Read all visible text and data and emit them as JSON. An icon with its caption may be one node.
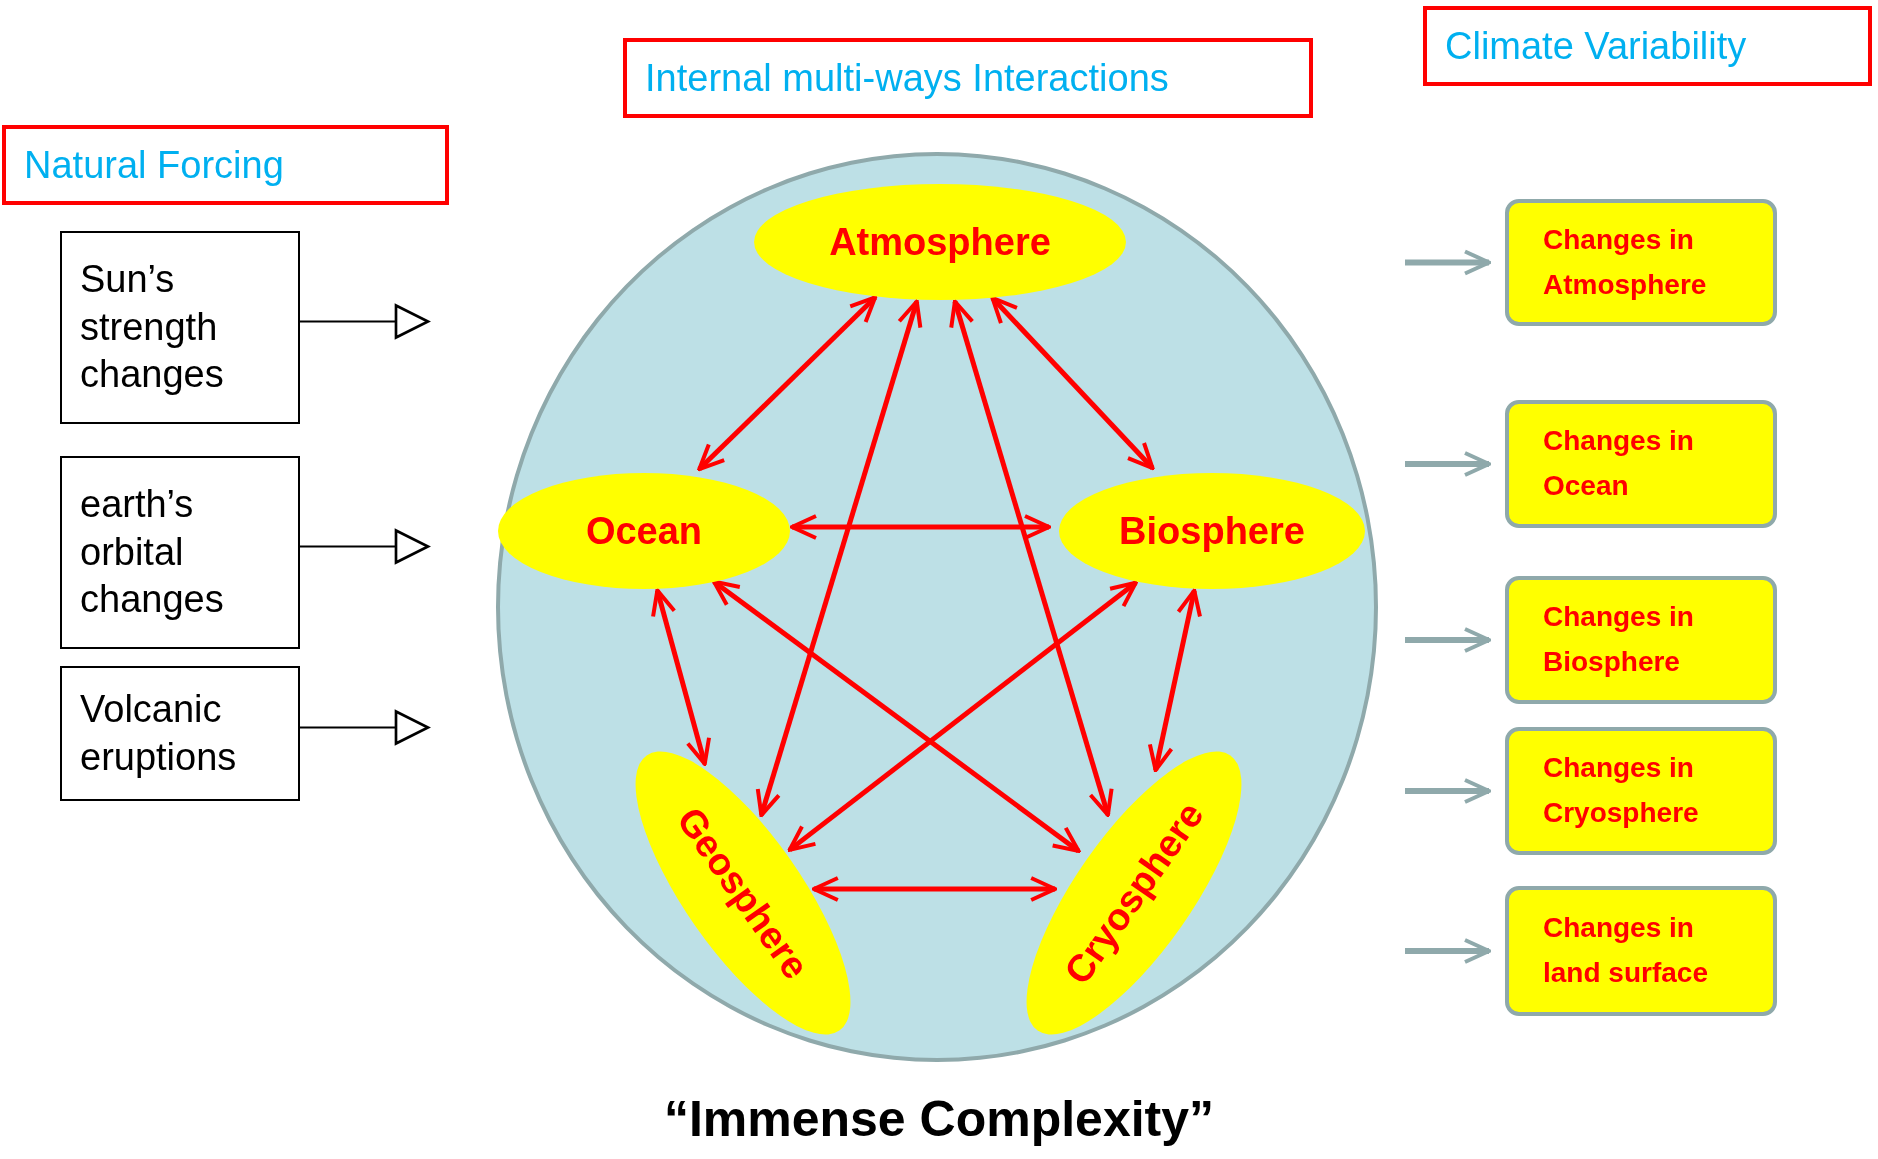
{
  "diagram": {
    "caption": "“Immense Complexity”",
    "nodes": [
      {
        "text": [
          "Natural Forcing"
        ]
      },
      {
        "text": [
          "Internal multi-ways Interactions"
        ]
      },
      {
        "text": [
          "Climate Variability"
        ]
      },
      {
        "text": [
          "Sun’s strength changes"
        ]
      },
      {
        "text": [
          "earth’s orbital changes"
        ]
      },
      {
        "text": [
          "Volcanic eruptions"
        ]
      },
      {
        "text": [],
        "shape": "circle"
      },
      {
        "text": [
          "Atmosphere"
        ],
        "in": 6
      },
      {
        "text": [
          "Ocean"
        ],
        "in": 6
      },
      {
        "text": [
          "Biosphere"
        ],
        "in": 6
      },
      {
        "text": [
          "Geosphere"
        ],
        "in": 6
      },
      {
        "text": [
          "Cryosphere"
        ],
        "in": 6
      },
      {
        "text": [
          "Changes in Atmosphere"
        ]
      },
      {
        "text": [
          "Changes in Ocean"
        ]
      },
      {
        "text": [
          "Changes in Biosphere"
        ]
      },
      {
        "text": [
          "Changes in Cryosphere"
        ]
      },
      {
        "text": [
          "Changes in land surface"
        ]
      }
    ],
    "edges": [
      {
        "from": 3,
        "to": null,
        "arrow": "to",
        "color": "#000000"
      },
      {
        "from": 4,
        "to": null,
        "arrow": "to",
        "color": "#000000"
      },
      {
        "from": 5,
        "to": null,
        "arrow": "to",
        "color": "#000000"
      },
      {
        "from": 7,
        "to": 8,
        "arrow": "both"
      },
      {
        "from": 7,
        "to": 9,
        "arrow": "both"
      },
      {
        "from": 7,
        "to": 10,
        "arrow": "both"
      },
      {
        "from": 7,
        "to": 11,
        "arrow": "both"
      },
      {
        "from": 8,
        "to": 9,
        "arrow": "both"
      },
      {
        "from": 8,
        "to": 10,
        "arrow": "both"
      },
      {
        "from": 8,
        "to": 11,
        "arrow": "both"
      },
      {
        "from": 9,
        "to": 10,
        "arrow": "both"
      },
      {
        "from": 9,
        "to": 11,
        "arrow": "both"
      },
      {
        "from": 10,
        "to": 11,
        "arrow": "both"
      },
      {
        "from": null,
        "to": 12,
        "arrow": "to",
        "color": "#8fa9ab"
      },
      {
        "from": null,
        "to": 13,
        "arrow": "to",
        "color": "#8fa9ab"
      },
      {
        "from": null,
        "to": 14,
        "arrow": "to",
        "color": "#8fa9ab"
      },
      {
        "from": null,
        "to": 15,
        "arrow": "to",
        "color": "#8fa9ab"
      },
      {
        "from": null,
        "to": 16,
        "arrow": "to",
        "color": "#8fa9ab"
      }
    ]
  }
}
